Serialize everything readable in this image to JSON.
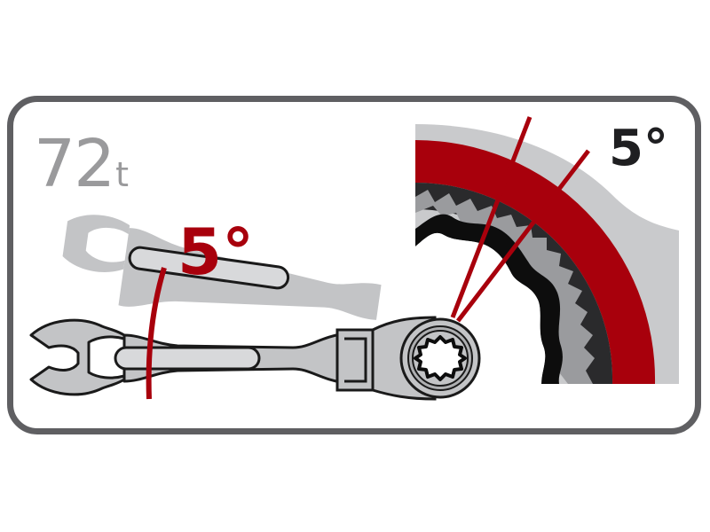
{
  "diagram": {
    "teeth_count": "72",
    "teeth_unit": "t",
    "swing_angle_label": "5°",
    "detail_angle_label": "5°"
  },
  "colors": {
    "frame": "#5f5f62",
    "accent_red": "#a8000c",
    "label_gray": "#9a9a9c",
    "tool_gray": "#c3c4c6",
    "tool_outline": "#1a1a1a",
    "detail_background": "#c9cacc",
    "detail_dark": "#232325"
  },
  "icons": {
    "primary_wrench": "combination-wrench-icon",
    "ghost_wrench": "rotated-wrench-icon",
    "ratchet_detail": "ratchet-gear-detail-icon",
    "swing_arc": "swing-arc-icon"
  }
}
